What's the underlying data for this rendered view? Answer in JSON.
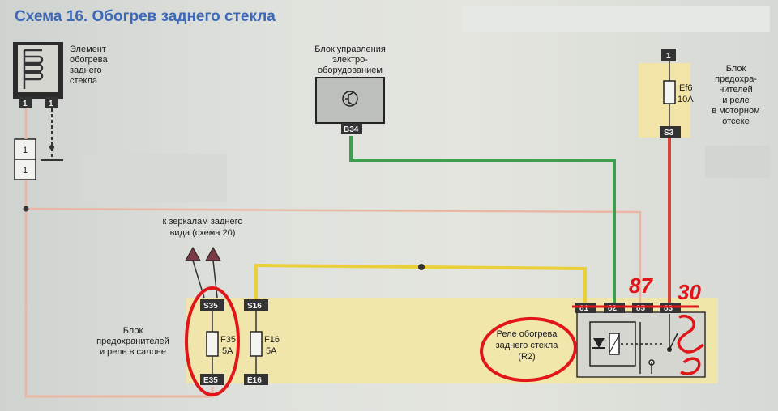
{
  "header": {
    "title": "Схема 16. Обогрев заднего стекла"
  },
  "components": {
    "heater_element": {
      "label_lines": [
        "Элемент",
        "обогрева",
        "заднего",
        "стекла"
      ],
      "pin_a": "1",
      "pin_b": "1",
      "conn_top": "1",
      "conn_bottom": "1"
    },
    "ecu": {
      "label_lines": [
        "Блок управления",
        "электро-",
        "оборудованием"
      ],
      "pin": "B34"
    },
    "engine_fuse_box": {
      "label_lines": [
        "Блок",
        "предохра-",
        "нителей",
        "и реле",
        "в моторном",
        "отсеке"
      ],
      "pin_top": "1",
      "fuse_name": "Ef6",
      "fuse_rating": "10A",
      "pin_bottom": "S3"
    },
    "mirrors_note": {
      "label_lines": [
        "к зеркалам заднего",
        "вида (схема 20)"
      ]
    },
    "cabin_fuse_box": {
      "label_lines": [
        "Блок",
        "предохранителей",
        "и реле в салоне"
      ],
      "fuse1": {
        "top": "S35",
        "name": "F35",
        "rating": "5A",
        "bottom": "E35"
      },
      "fuse2": {
        "top": "S16",
        "name": "F16",
        "rating": "5A",
        "bottom": "E16"
      }
    },
    "relay": {
      "label_lines": [
        "Реле обогрева",
        "заднего стекла",
        "(R2)"
      ],
      "pins": [
        "81",
        "82",
        "85",
        "83"
      ]
    }
  },
  "annotations": {
    "pin87": "87",
    "pin30": "30"
  },
  "colors": {
    "wire_green": "#3f9d4f",
    "wire_red": "#d9453b",
    "wire_yellow": "#e9cf3a",
    "wire_pink": "#e9b7a4",
    "wire_gray": "#6b6e6b",
    "highlight_yellow": "#f3e6a2",
    "marker_red": "#e0161a",
    "title_blue": "#3d68b8"
  }
}
